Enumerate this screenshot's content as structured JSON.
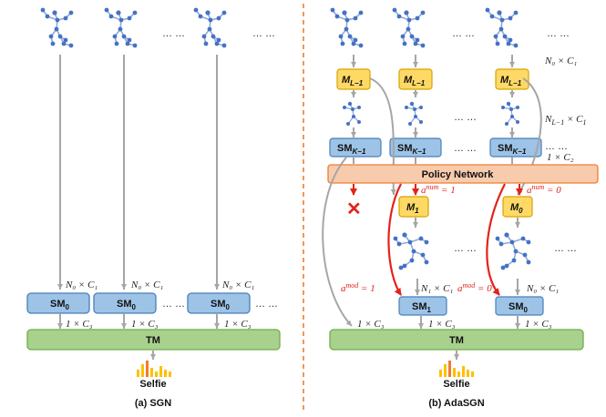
{
  "left": {
    "caption": "(a) SGN",
    "ellipsis_top": [
      "… …",
      "… …"
    ],
    "shape_label": "N₀ × C₁",
    "sm_label": "SM",
    "sm_sub": "0",
    "out_label": "1 × C₃",
    "sm_ellipsis": "… …",
    "tm_label": "TM",
    "selfie_label": "Selfie"
  },
  "right": {
    "caption": "(b) AdaSGN",
    "ellipsis": "… …",
    "n0c1": "N₀ × C₁",
    "m_label": "M",
    "m_sub": "L−1",
    "nl1c1": "N_{L−1} × C₁",
    "sm_k_label": "SM",
    "sm_k_sub": "K−1",
    "c2": "1 × C₂",
    "policy_label": "Policy Network",
    "anum1": "a^{num} = 1",
    "anum0": "a^{num} = 0",
    "m1_label": "M",
    "m1_sub": "1",
    "m0_label": "M",
    "m0_sub": "0",
    "amod1": "a^{mod} = 1",
    "amod0": "a^{mod} = 0",
    "n1c1": "N₁ × C₁",
    "sm1_label": "SM",
    "sm1_sub": "1",
    "sm0_label": "SM",
    "sm0_sub": "0",
    "out_label": "1 × C₃",
    "tm_label": "TM",
    "selfie_label": "Selfie"
  },
  "colors": {
    "blue_box": "#9dc3e6",
    "blue_border": "#4a7ebb",
    "yellow_box": "#ffd966",
    "yellow_border": "#d6a300",
    "green_box": "#a9d18e",
    "green_border": "#70ad47",
    "policy_box": "#f8cbad",
    "policy_border": "#ed7d31",
    "red": "#e2231a",
    "gray_arrow": "#a6a6a6",
    "divider": "#ed7d31",
    "skeleton": "#4472c4"
  }
}
